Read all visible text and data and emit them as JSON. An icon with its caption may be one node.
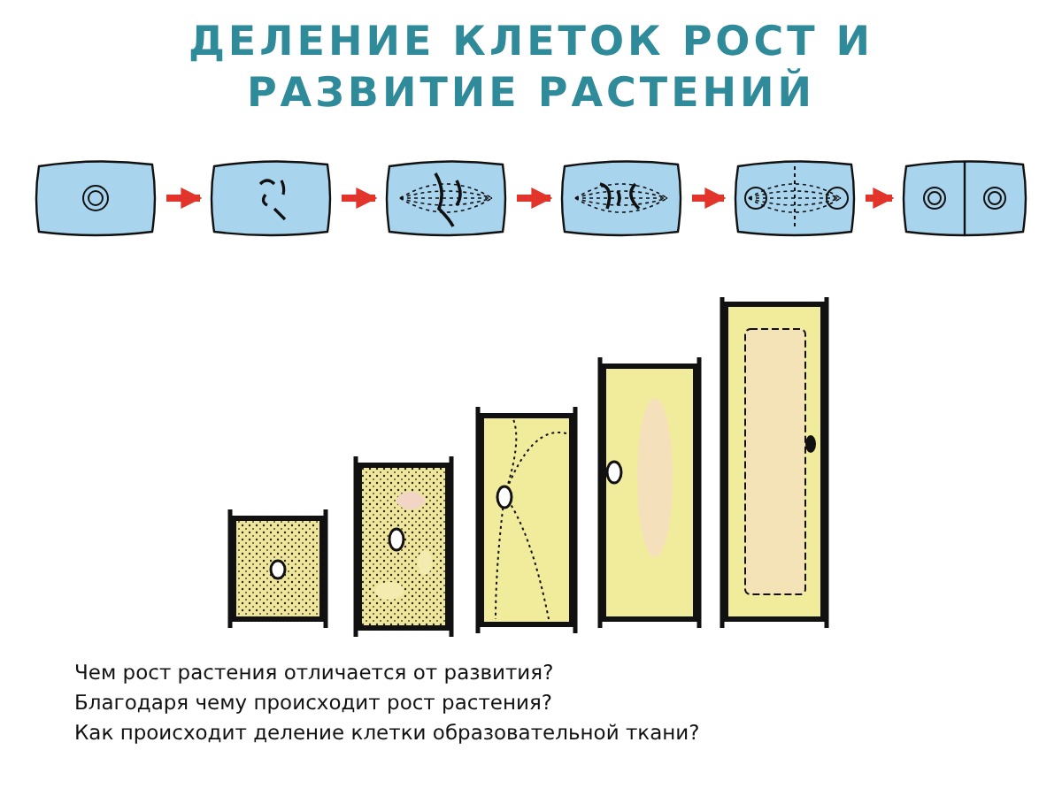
{
  "diagram": {
    "title": "ДЕЛЕНИЕ КЛЕТОК РОСТ И РАЗВИТИЕ РАСТЕНИЙ",
    "nodes": [
      {
        "text": [],
        "shape": "picture"
      },
      {
        "text": [],
        "shape": "picture"
      },
      {
        "text": [],
        "shape": "picture"
      },
      {
        "text": [],
        "shape": "picture"
      },
      {
        "text": [],
        "shape": "picture"
      },
      {
        "text": [],
        "shape": "picture"
      }
    ],
    "edges": [
      {
        "from": 0,
        "to": 1,
        "arrow": "to"
      },
      {
        "from": 1,
        "to": 2,
        "arrow": "to"
      },
      {
        "from": 2,
        "to": 3,
        "arrow": "to"
      },
      {
        "from": 3,
        "to": 4,
        "arrow": "to"
      },
      {
        "from": 4,
        "to": 5,
        "arrow": "to"
      }
    ],
    "labels": [
      "Чем рост растения отличается от развития?",
      "Благодаря чему происходит рост растения?",
      "Как происходит деление клетки образовательной ткани?"
    ]
  }
}
